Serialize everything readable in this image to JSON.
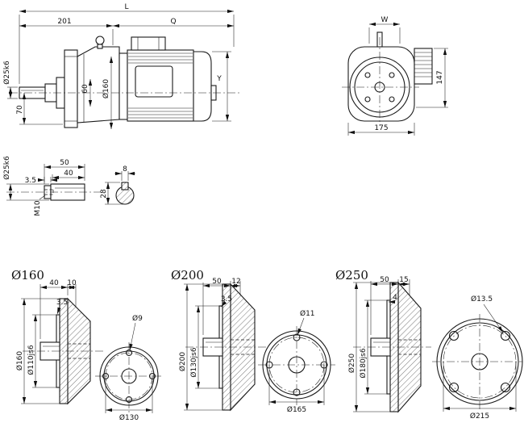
{
  "side_view": {
    "dims": {
      "overall_length": "L",
      "front_length": "201",
      "motor_length": "Q",
      "shaft_dia": "Ø25k6",
      "hub_width": "60",
      "flange_dia": "Ø160",
      "axis_height": "70",
      "motor_height": "Y"
    }
  },
  "front_view": {
    "dims": {
      "motor_width": "W",
      "height": "147",
      "width": "175"
    }
  },
  "shaft_detail": {
    "dims": {
      "shaft_dia": "Ø25k6",
      "total_len": "50",
      "usable_len": "40",
      "step": "3.5",
      "tap": "M10"
    }
  },
  "key_section": {
    "dims": {
      "key_width": "8",
      "key_height": "28"
    }
  },
  "flanges": [
    {
      "title": "Ø160",
      "dims": {
        "shaft_len": "40",
        "flange_thk": "10",
        "spigot_depth": "3.5",
        "bolt_hole": "Ø9",
        "outer_dia": "Ø160",
        "spigot_dia": "Ø110js6",
        "bolt_circle": "Ø130"
      }
    },
    {
      "title": "Ø200",
      "dims": {
        "shaft_len": "50",
        "flange_thk": "12",
        "spigot_depth": "3.5",
        "bolt_hole": "Ø11",
        "outer_dia": "Ø200",
        "spigot_dia": "Ø130js6",
        "bolt_circle": "Ø165"
      }
    },
    {
      "title": "Ø250",
      "dims": {
        "shaft_len": "50",
        "flange_thk": "15",
        "spigot_depth": "4",
        "bolt_hole": "Ø13.5",
        "outer_dia": "Ø250",
        "spigot_dia": "Ø180js6",
        "bolt_circle": "Ø215"
      }
    }
  ]
}
